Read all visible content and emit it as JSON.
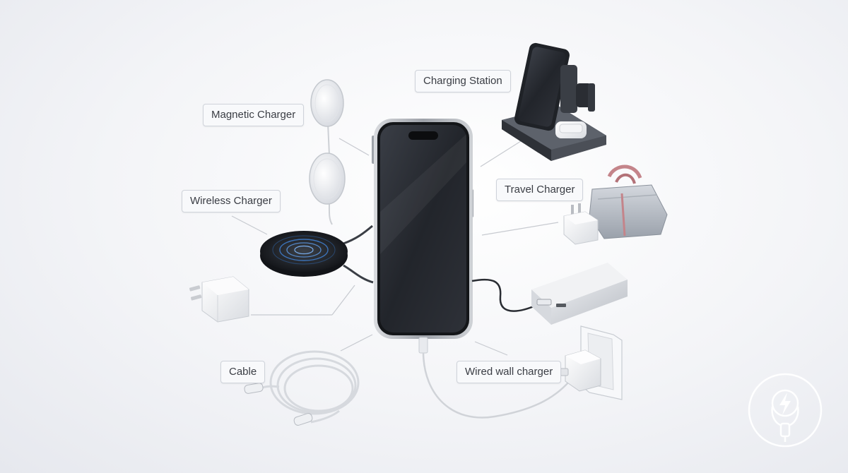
{
  "labels": {
    "charging_station": "Charging Station",
    "magnetic_charger": "Magnetic Charger",
    "wireless_charger": "Wireless Charger",
    "travel_charger": "Travel Charger",
    "cable": "Cable",
    "wired_wall_charger": "Wired wall charger"
  },
  "icons": {
    "center": "smartphone-icon",
    "items": [
      "charging-station-icon",
      "magnetic-charger-icon",
      "wireless-charger-pad-icon",
      "travel-bag-icon",
      "usb-power-adapter-icon",
      "power-bank-icon",
      "wall-charger-icon",
      "usb-c-cable-icon",
      "lightning-bolt-logo"
    ]
  },
  "colors": {
    "background": "#eef0f4",
    "phone_body": "#2a2d33",
    "phone_frame": "#b9bcc2",
    "label_border": "#cfd3da",
    "label_text": "#3a3d44",
    "bag_handle": "#c4848a",
    "wireless_glow": "#3f7fd0",
    "connector_line": "#c7cad0"
  }
}
